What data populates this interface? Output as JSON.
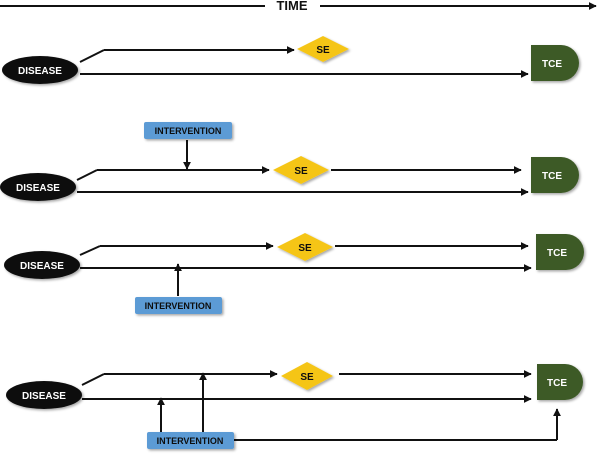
{
  "timeline": {
    "label": "TIME"
  },
  "labels": {
    "disease": "DISEASE",
    "se": "SE",
    "tce": "TCE",
    "intervention": "INTERVENTION"
  },
  "colors": {
    "disease": "#0d0d0d",
    "se": "#f5c518",
    "tce": "#3e5a28",
    "intervention": "#5b9bd5",
    "line": "#111111"
  },
  "scenarios": [
    {
      "id": "no-intervention"
    },
    {
      "id": "intervention-before-se"
    },
    {
      "id": "intervention-on-direct-path"
    },
    {
      "id": "intervention-on-both-paths-and-tce"
    }
  ]
}
